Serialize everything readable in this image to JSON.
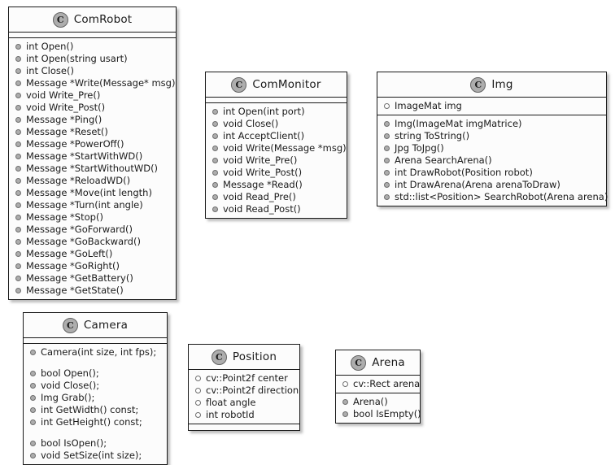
{
  "diagram": {
    "type": "uml-class-diagram",
    "background_color": "#ffffff",
    "box_fill_color": "#fcfcfc",
    "border_color": "#1a1a1a",
    "icon_fill_color": "#adadad",
    "classes": [
      {
        "id": "comrobot",
        "name": "ComRobot",
        "stereotype_letter": "C",
        "attributes": [],
        "methods": [
          "int Open()",
          "int Open(string usart)",
          "int Close()",
          "Message *Write(Message* msg)",
          "void Write_Pre()",
          "void Write_Post()",
          "Message *Ping()",
          "Message *Reset()",
          "Message *PowerOff()",
          "Message *StartWithWD()",
          "Message *StartWithoutWD()",
          "Message *ReloadWD()",
          "Message *Move(int length)",
          "Message *Turn(int angle)",
          "Message *Stop()",
          "Message *GoForward()",
          "Message *GoBackward()",
          "Message *GoLeft()",
          "Message *GoRight()",
          "Message *GetBattery()",
          "Message *GetState()"
        ]
      },
      {
        "id": "commonitor",
        "name": "ComMonitor",
        "stereotype_letter": "C",
        "attributes": [],
        "methods": [
          "int Open(int port)",
          "void Close()",
          "int AcceptClient()",
          "void Write(Message *msg)",
          "void Write_Pre()",
          "void Write_Post()",
          "Message *Read()",
          "void Read_Pre()",
          "void Read_Post()"
        ]
      },
      {
        "id": "img",
        "name": "Img",
        "stereotype_letter": "C",
        "attributes": [
          "ImageMat img"
        ],
        "methods": [
          "Img(ImageMat imgMatrice)",
          "string ToString()",
          "Jpg ToJpg()",
          "Arena SearchArena()",
          "int DrawRobot(Position robot)",
          "int DrawArena(Arena arenaToDraw)",
          "std::list<Position> SearchRobot(Arena arena)"
        ]
      },
      {
        "id": "camera",
        "name": "Camera",
        "stereotype_letter": "C",
        "attributes": [],
        "methods": [
          "Camera(int size, int fps);",
          "",
          "bool Open();",
          "void Close();",
          "Img Grab();",
          "int GetWidth() const;",
          "int GetHeight() const;",
          "",
          "bool IsOpen();",
          "void SetSize(int size);"
        ]
      },
      {
        "id": "position",
        "name": "Position",
        "stereotype_letter": "C",
        "attributes": [
          "cv::Point2f center",
          "cv::Point2f direction",
          "float angle",
          "int robotId"
        ],
        "methods": []
      },
      {
        "id": "arena",
        "name": "Arena",
        "stereotype_letter": "C",
        "attributes": [
          "cv::Rect arena"
        ],
        "methods": [
          "Arena()",
          "bool IsEmpty()"
        ]
      }
    ]
  }
}
